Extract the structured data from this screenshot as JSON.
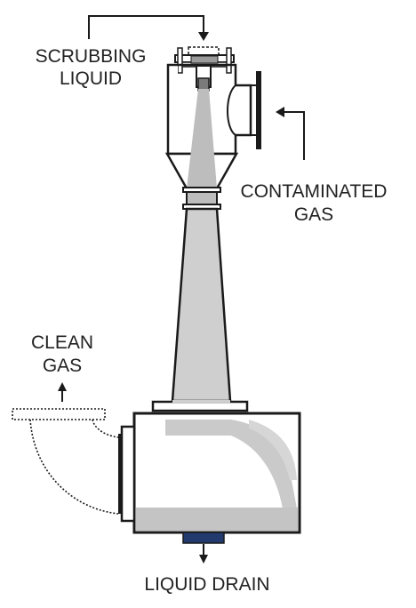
{
  "labels": {
    "scrubbing_liquid": [
      "SCRUBBING",
      "LIQUID"
    ],
    "contaminated_gas": [
      "CONTAMINATED",
      "GAS"
    ],
    "clean_gas": [
      "CLEAN",
      "GAS"
    ],
    "liquid_drain": "LIQUID DRAIN"
  },
  "colors": {
    "line": "#1a1a1a",
    "spray": "#bdbdbd",
    "liquid": "#c4c4c4",
    "drain": "#233a6e",
    "text": "#222222"
  }
}
